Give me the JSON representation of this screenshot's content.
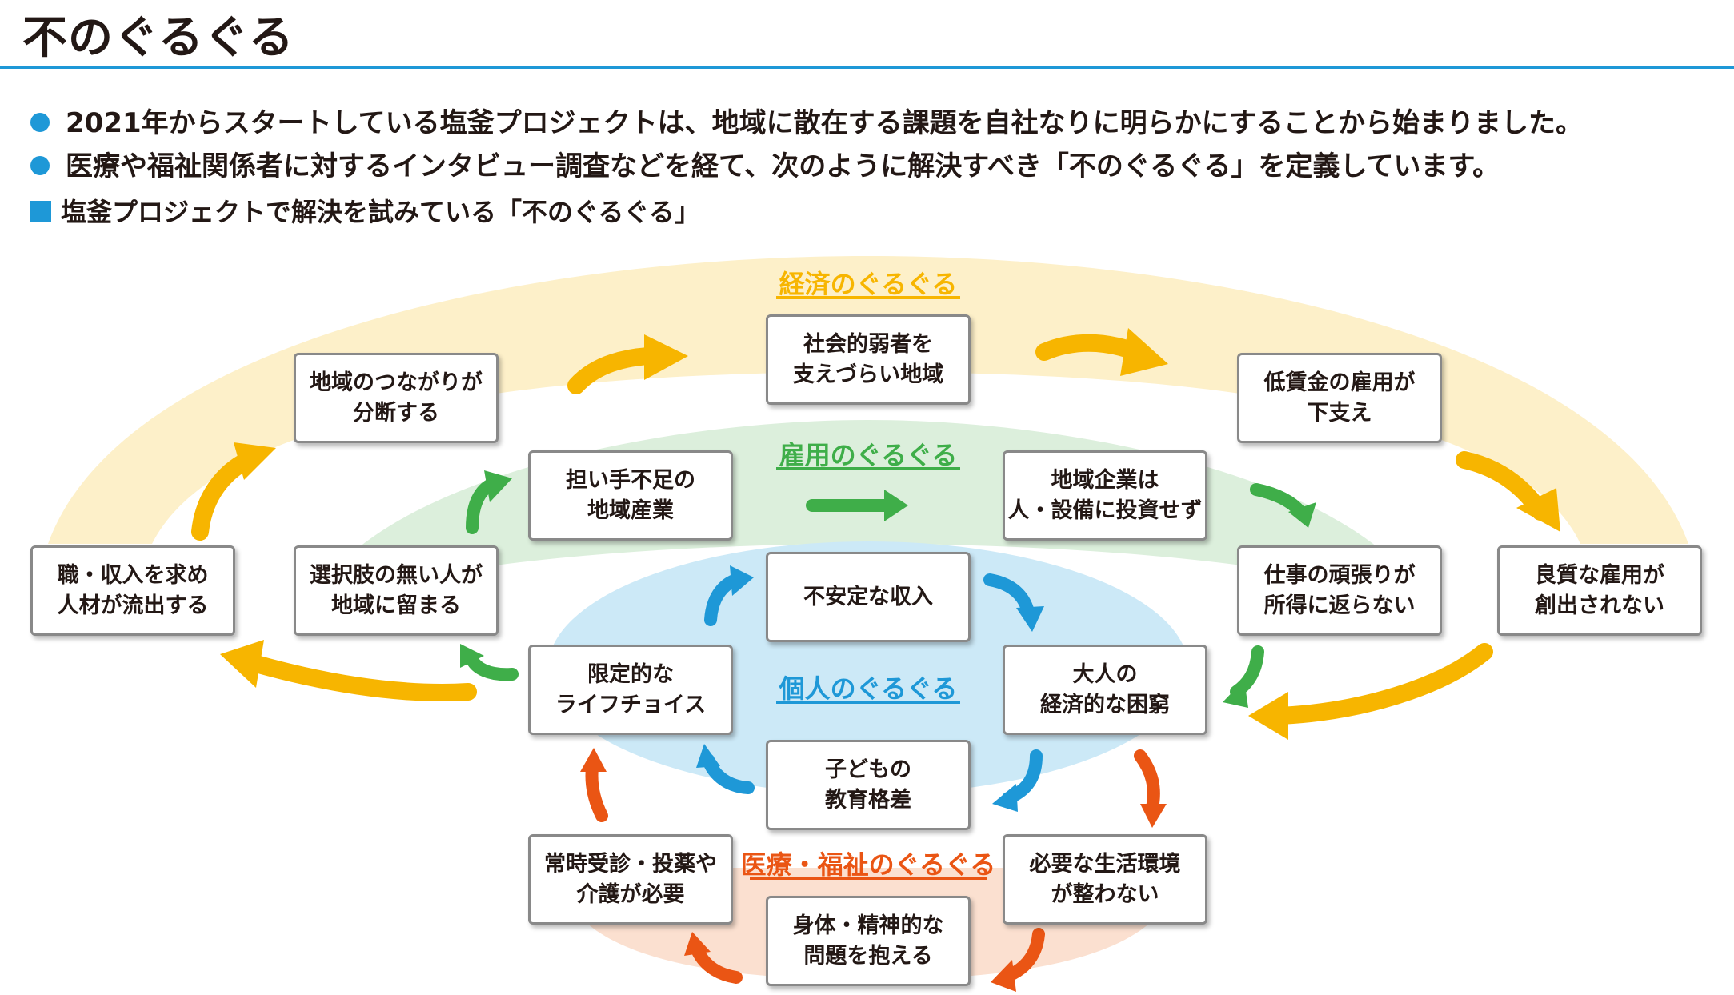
{
  "title": "不のぐるぐる",
  "bullets": [
    "2021年からスタートしている塩釜プロジェクトは、地域に散在する課題を自社なりに明らかにすることから始まりました。",
    "医療や福祉関係者に対するインタビュー調査などを経て、次のように解決すべき「不のぐるぐる」を定義しています。"
  ],
  "subheading": "塩釜プロジェクトで解決を試みている「不のぐるぐる」",
  "colors": {
    "accent": "#1e98d7",
    "economy": "#f7b500",
    "employment": "#3fae49",
    "individual": "#1e98d7",
    "medical": "#ea5514"
  },
  "cycles": {
    "economy": {
      "label": "経済のぐるぐる",
      "boxes": [
        "地域のつながりが\n分断する",
        "社会的弱者を\n支えづらい地域",
        "低賃金の雇用が\n下支え",
        "良質な雇用が\n創出されない",
        "職・収入を求め\n人材が流出する"
      ]
    },
    "employment": {
      "label": "雇用のぐるぐる",
      "boxes": [
        "担い手不足の\n地域産業",
        "地域企業は\n人・設備に投資せず",
        "仕事の頑張りが\n所得に返らない",
        "選択肢の無い人が\n地域に留まる"
      ]
    },
    "individual": {
      "label": "個人のぐるぐる",
      "boxes": [
        "不安定な収入",
        "大人の\n経済的な困窮",
        "子どもの\n教育格差",
        "限定的な\nライフチョイス"
      ]
    },
    "medical": {
      "label": "医療・福祉のぐるぐる",
      "boxes": [
        "必要な生活環境\nが整わない",
        "身体・精神的な\n問題を抱える",
        "常時受診・投薬や\n介護が必要"
      ]
    }
  }
}
